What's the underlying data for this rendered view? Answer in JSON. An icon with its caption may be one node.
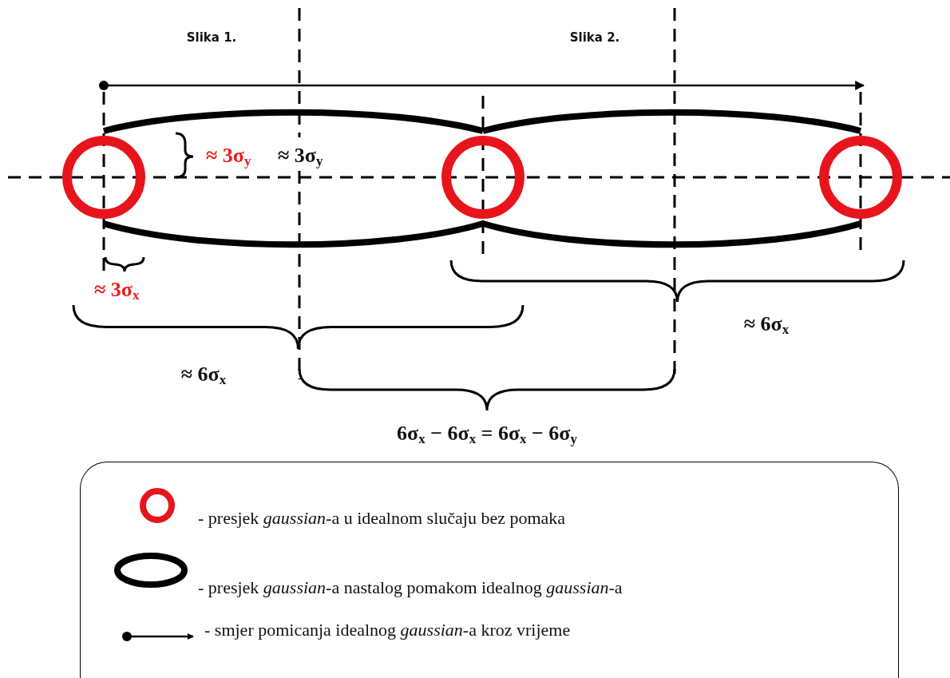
{
  "diagram": {
    "nodes": [
      {
        "text": [],
        "shape": "circle"
      },
      {
        "text": [],
        "shape": "ellipse"
      },
      {
        "text": [],
        "shape": "circle"
      },
      {
        "text": [],
        "shape": "ellipse"
      },
      {
        "text": [],
        "shape": "circle"
      }
    ],
    "labels": [
      "Slika 1.",
      "Slika 2.",
      "≈ 3σ$_{y}$",
      "≈ 3σ$_{y}$",
      "≈ 3σ$_{x}$",
      "≈ 6σ$_{x}$",
      "≈ 6σ$_{x}$",
      "6σ$_{x}$ −  6σ$_{x}$ = 6σ$_{x}$ −  6σ$_{y}$"
    ],
    "legend": [
      {
        "text": "- presjek *gaussian*-a u idealnom slučaju bez pomaka"
      },
      {
        "text": "- presjek *gaussian*-a nastalog pomakom idealnog *gaussian*-a"
      },
      {
        "text": "- smjer pomicanja idealnog *gaussian*-a kroz vrijeme"
      }
    ]
  }
}
